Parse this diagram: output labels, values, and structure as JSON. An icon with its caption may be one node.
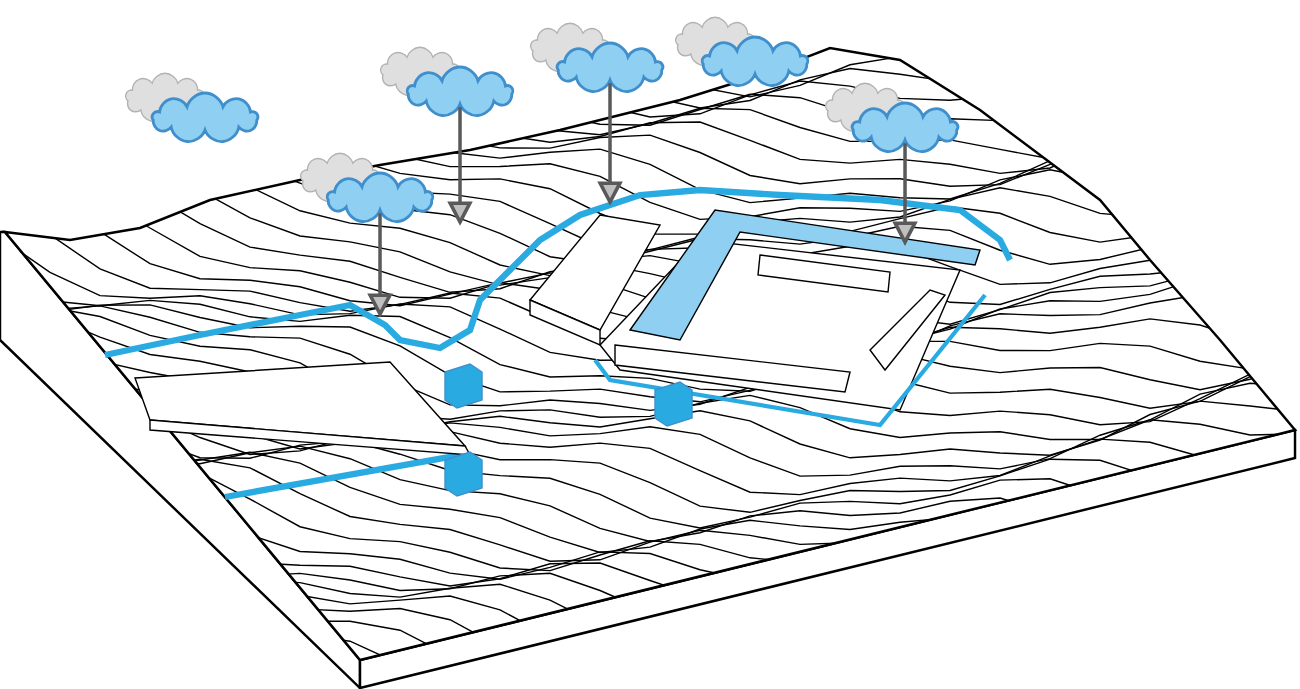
{
  "diagram": {
    "nodes": [
      {
        "text": [],
        "shape": "cloud"
      },
      {
        "text": [],
        "shape": "cloud"
      },
      {
        "text": [],
        "shape": "cloud"
      },
      {
        "text": [],
        "shape": "cloud"
      },
      {
        "text": [],
        "shape": "cloud"
      },
      {
        "text": [],
        "shape": "cloud"
      }
    ],
    "edges": [
      {
        "from": 1,
        "to": null,
        "arrow": "to"
      },
      {
        "from": 2,
        "to": null,
        "arrow": "to"
      },
      {
        "from": 3,
        "to": null,
        "arrow": "to"
      },
      {
        "from": 5,
        "to": null,
        "arrow": "to"
      }
    ]
  }
}
